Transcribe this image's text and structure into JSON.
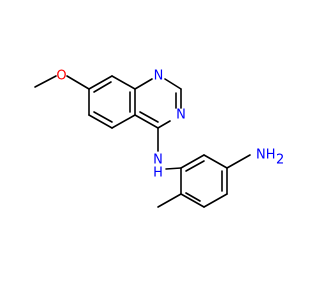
{
  "colors": {
    "background": "#ffffff",
    "bond": "#000000",
    "nitrogen": "#0000ff",
    "oxygen": "#ff0000"
  },
  "atoms": {
    "o1": {
      "text": "O",
      "color": "#ff0000"
    },
    "n1": {
      "text": "N",
      "color": "#0000ff"
    },
    "n3": {
      "text": "N",
      "color": "#0000ff"
    },
    "nh_link": {
      "text": "N",
      "sub": "H",
      "color": "#0000ff"
    },
    "nh2": {
      "text": "NH",
      "sub": "2",
      "color": "#0000ff"
    }
  }
}
